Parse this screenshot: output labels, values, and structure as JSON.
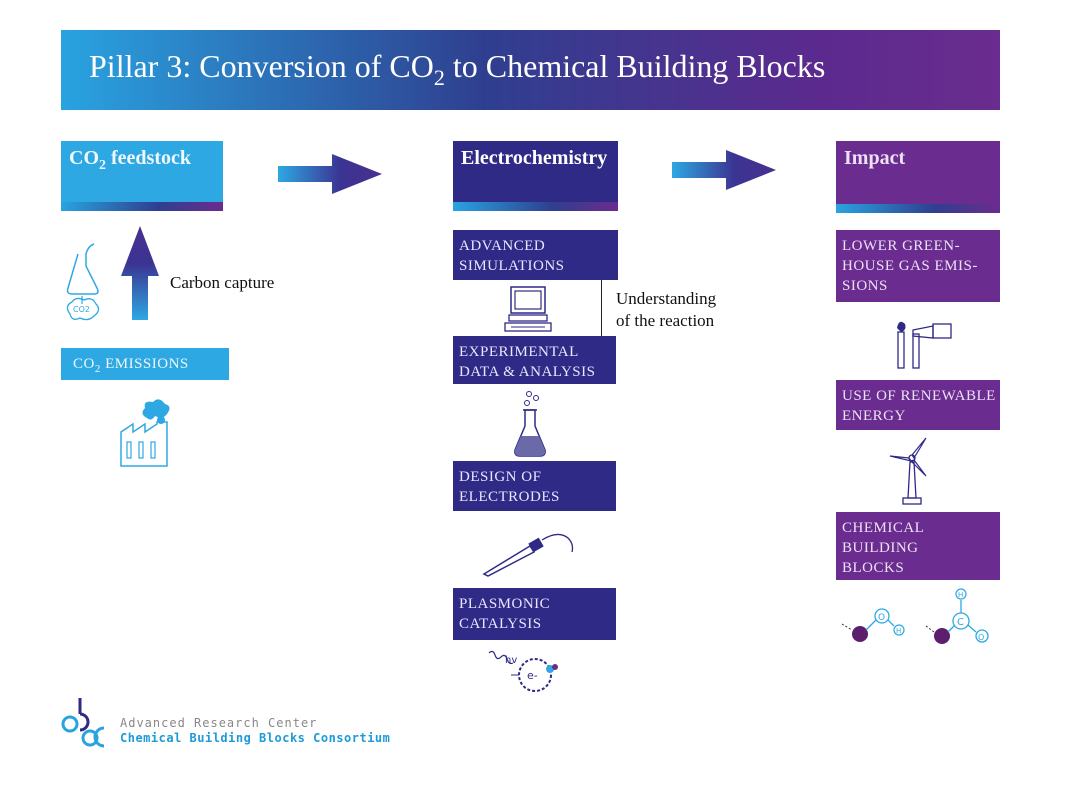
{
  "banner": {
    "title_part1": "Pillar 3: Conversion of CO",
    "title_sub": "2",
    "title_part2": " to Chemical Building Blocks"
  },
  "columns": {
    "feedstock": {
      "title_part1": "CO",
      "title_sub": "2",
      "title_part2": " feedstock",
      "carbon_capture_label": "Carbon capture",
      "co2_bubble_label": "CO2",
      "emissions_part1": "CO",
      "emissions_sub": "2",
      "emissions_part2": " EMISSIONS"
    },
    "electrochemistry": {
      "title": "Electrochemistry",
      "steps": [
        "ADVANCED\nSIMULATIONS",
        "EXPERIMENTAL\nDATA & ANALYSIS",
        "DESIGN OF\nELECTRODES",
        "PLASMONIC\nCATALYSIS"
      ],
      "understanding_label": "Understanding\nof the reaction",
      "hv_label": "hv",
      "electron_label": "e-"
    },
    "impact": {
      "title": "Impact",
      "steps": [
        "LOWER GREEN-\nHOUSE GAS EMIS-\nSIONS",
        "USE OF RENEWABLE\nENERGY",
        "CHEMICAL\nBUILDING\nBLOCKS"
      ],
      "molecule_labels": [
        "O",
        "H",
        "H",
        "C",
        "O"
      ]
    }
  },
  "logo": {
    "line1": "Advanced Research Center",
    "line2": "Chemical Building Blocks Consortium"
  },
  "colors": {
    "sky": "#2ea8e3",
    "navy": "#2f2a86",
    "purple": "#6a2c8e"
  }
}
